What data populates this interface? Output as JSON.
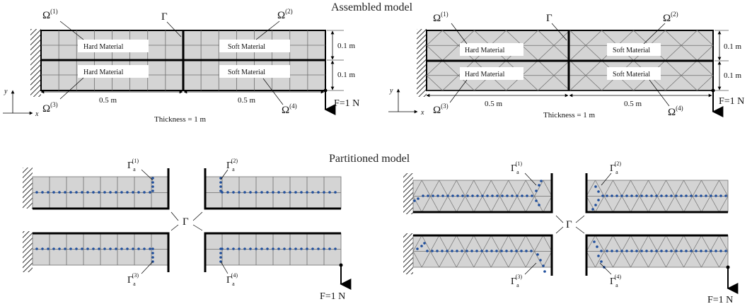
{
  "headers": {
    "assembled": "Assembled model",
    "partitioned": "Partitioned model"
  },
  "domains": {
    "omega": "Ω",
    "omega1": "(1)",
    "omega2": "(2)",
    "omega3": "(3)",
    "omega4": "(4)",
    "gamma": "Γ",
    "gamma_sub": "a"
  },
  "materials": {
    "hard": "Hard Material",
    "soft": "Soft Material"
  },
  "dimensions": {
    "height": "0.1 m",
    "length": "0.5 m",
    "thickness": "Thickness = 1 m"
  },
  "load": "F=1 N",
  "axes": {
    "x": "x",
    "y": "y"
  },
  "colors": {
    "fill": "#d4d4d4",
    "mesh": "#6e6e6e",
    "interface": "#1f4e9c",
    "frame": "#000000"
  }
}
